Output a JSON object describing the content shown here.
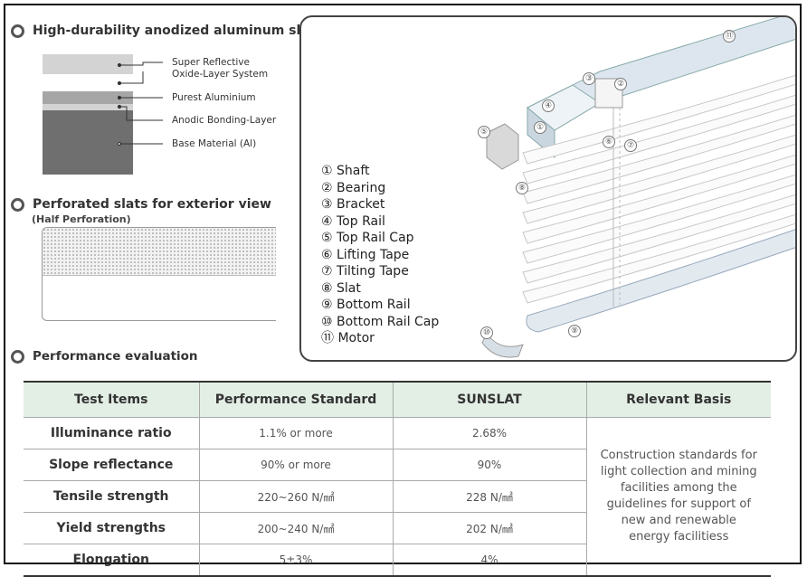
{
  "sections": {
    "aluminum_title": "High-durability anodized aluminum slats",
    "perforated_title": "Perforated slats for exterior view",
    "perforated_sub": "(Half Perforation)",
    "performance_title": "Performance evaluation"
  },
  "layers": {
    "super_reflective": "Super Reflective\nOxide-Layer System",
    "purest_aluminium": "Purest Aluminium",
    "anodic_bonding": "Anodic Bonding-Layer",
    "base_material": "Base Material (Al)"
  },
  "parts": [
    "① Shaft",
    "② Bearing",
    "③ Bracket",
    "④ Top Rail",
    "⑤ Top Rail Cap",
    "⑥ Lifting Tape",
    "⑦ Tilting Tape",
    "⑧ Slat",
    "⑨ Bottom Rail",
    "⑩ Bottom Rail Cap",
    "⑪ Motor"
  ],
  "callouts": [
    "①",
    "②",
    "③",
    "④",
    "⑤",
    "⑥",
    "⑦",
    "⑧",
    "⑨",
    "⑩",
    "⑪"
  ],
  "table": {
    "headers": [
      "Test Items",
      "Performance Standard",
      "SUNSLAT",
      "Relevant Basis"
    ],
    "rows": [
      [
        "Illuminance ratio",
        "1.1% or more",
        "2.68%"
      ],
      [
        "Slope reflectance",
        "90% or more",
        "90%"
      ],
      [
        "Tensile strength",
        "220~260 N/㎟",
        "228 N/㎟"
      ],
      [
        "Yield strengths",
        "200~240 N/㎟",
        "202 N/㎟"
      ],
      [
        "Elongation",
        "5±3%",
        "4%"
      ]
    ],
    "basis": "Construction standards for light collection and mining facilities among the guidelines for support of new and renewable energy facilitiess"
  },
  "colors": {
    "header_bg": "#e3efe5",
    "layer_light": "#d3d3d3",
    "layer_mid": "#a6a6a6",
    "layer_dark": "#6f6f6f"
  }
}
